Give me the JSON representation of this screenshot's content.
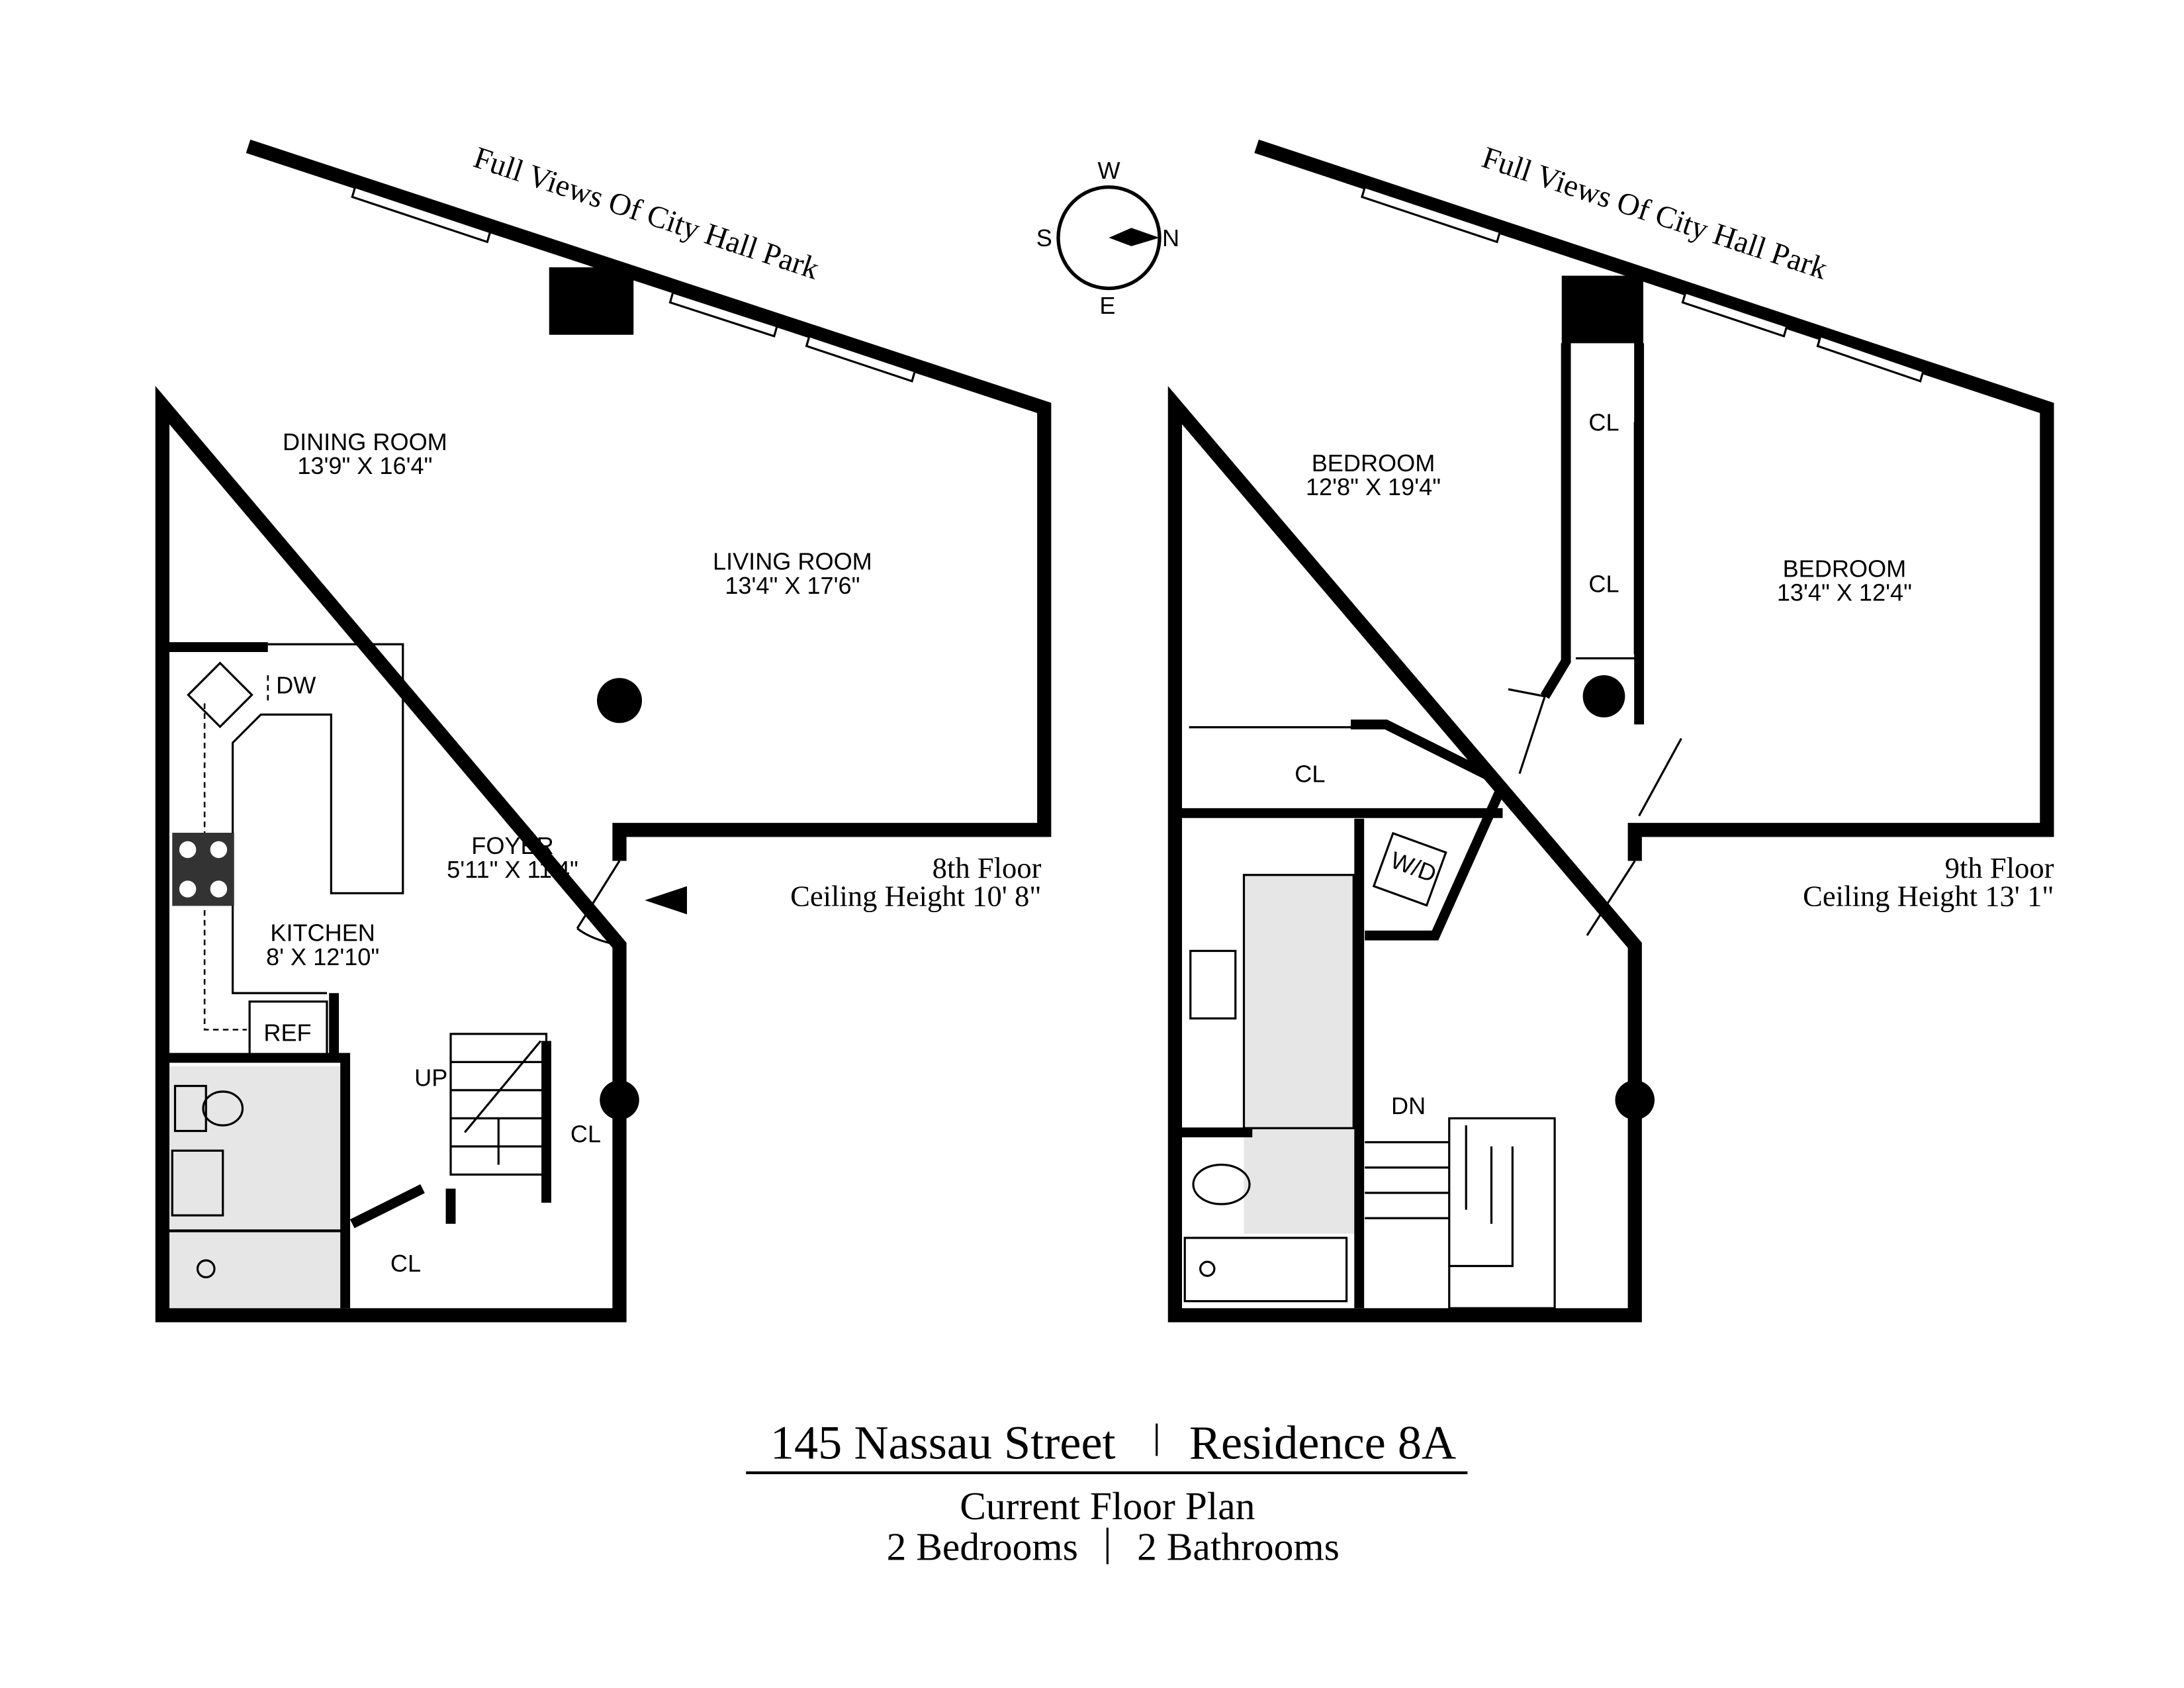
{
  "title": {
    "address": "145 Nassau Street",
    "residence": "Residence 8A",
    "subtitle": "Current Floor Plan",
    "bedrooms": "2 Bedrooms",
    "bathrooms": "2 Bathrooms"
  },
  "compass": {
    "north": "N",
    "south": "S",
    "east": "E",
    "west": "W"
  },
  "floor8": {
    "view_note": "Full Views Of City Hall Park",
    "floor": "8th Floor",
    "ceiling": "Ceiling Height 10' 8\"",
    "rooms": {
      "dining_name": "DINING ROOM",
      "dining_dim": "13'9\" X 16'4\"",
      "living_name": "LIVING ROOM",
      "living_dim": "13'4\" X 17'6\"",
      "foyer_name": "FOYER",
      "foyer_dim": "5'11\" X 11'4\"",
      "kitchen_name": "KITCHEN",
      "kitchen_dim": "8' X 12'10\""
    },
    "labels": {
      "dw": "DW",
      "ref": "REF",
      "up": "UP",
      "cl1": "CL",
      "cl2": "CL"
    }
  },
  "floor9": {
    "view_note": "Full Views Of City Hall Park",
    "floor": "9th Floor",
    "ceiling": "Ceiling Height 13' 1\"",
    "rooms": {
      "bed1_name": "BEDROOM",
      "bed1_dim": "12'8\" X 19'4\"",
      "bed2_name": "BEDROOM",
      "bed2_dim": "13'4\" X 12'4\""
    },
    "labels": {
      "cl1": "CL",
      "cl2": "CL",
      "cl3": "CL",
      "wd": "W/D",
      "dn": "DN"
    }
  }
}
